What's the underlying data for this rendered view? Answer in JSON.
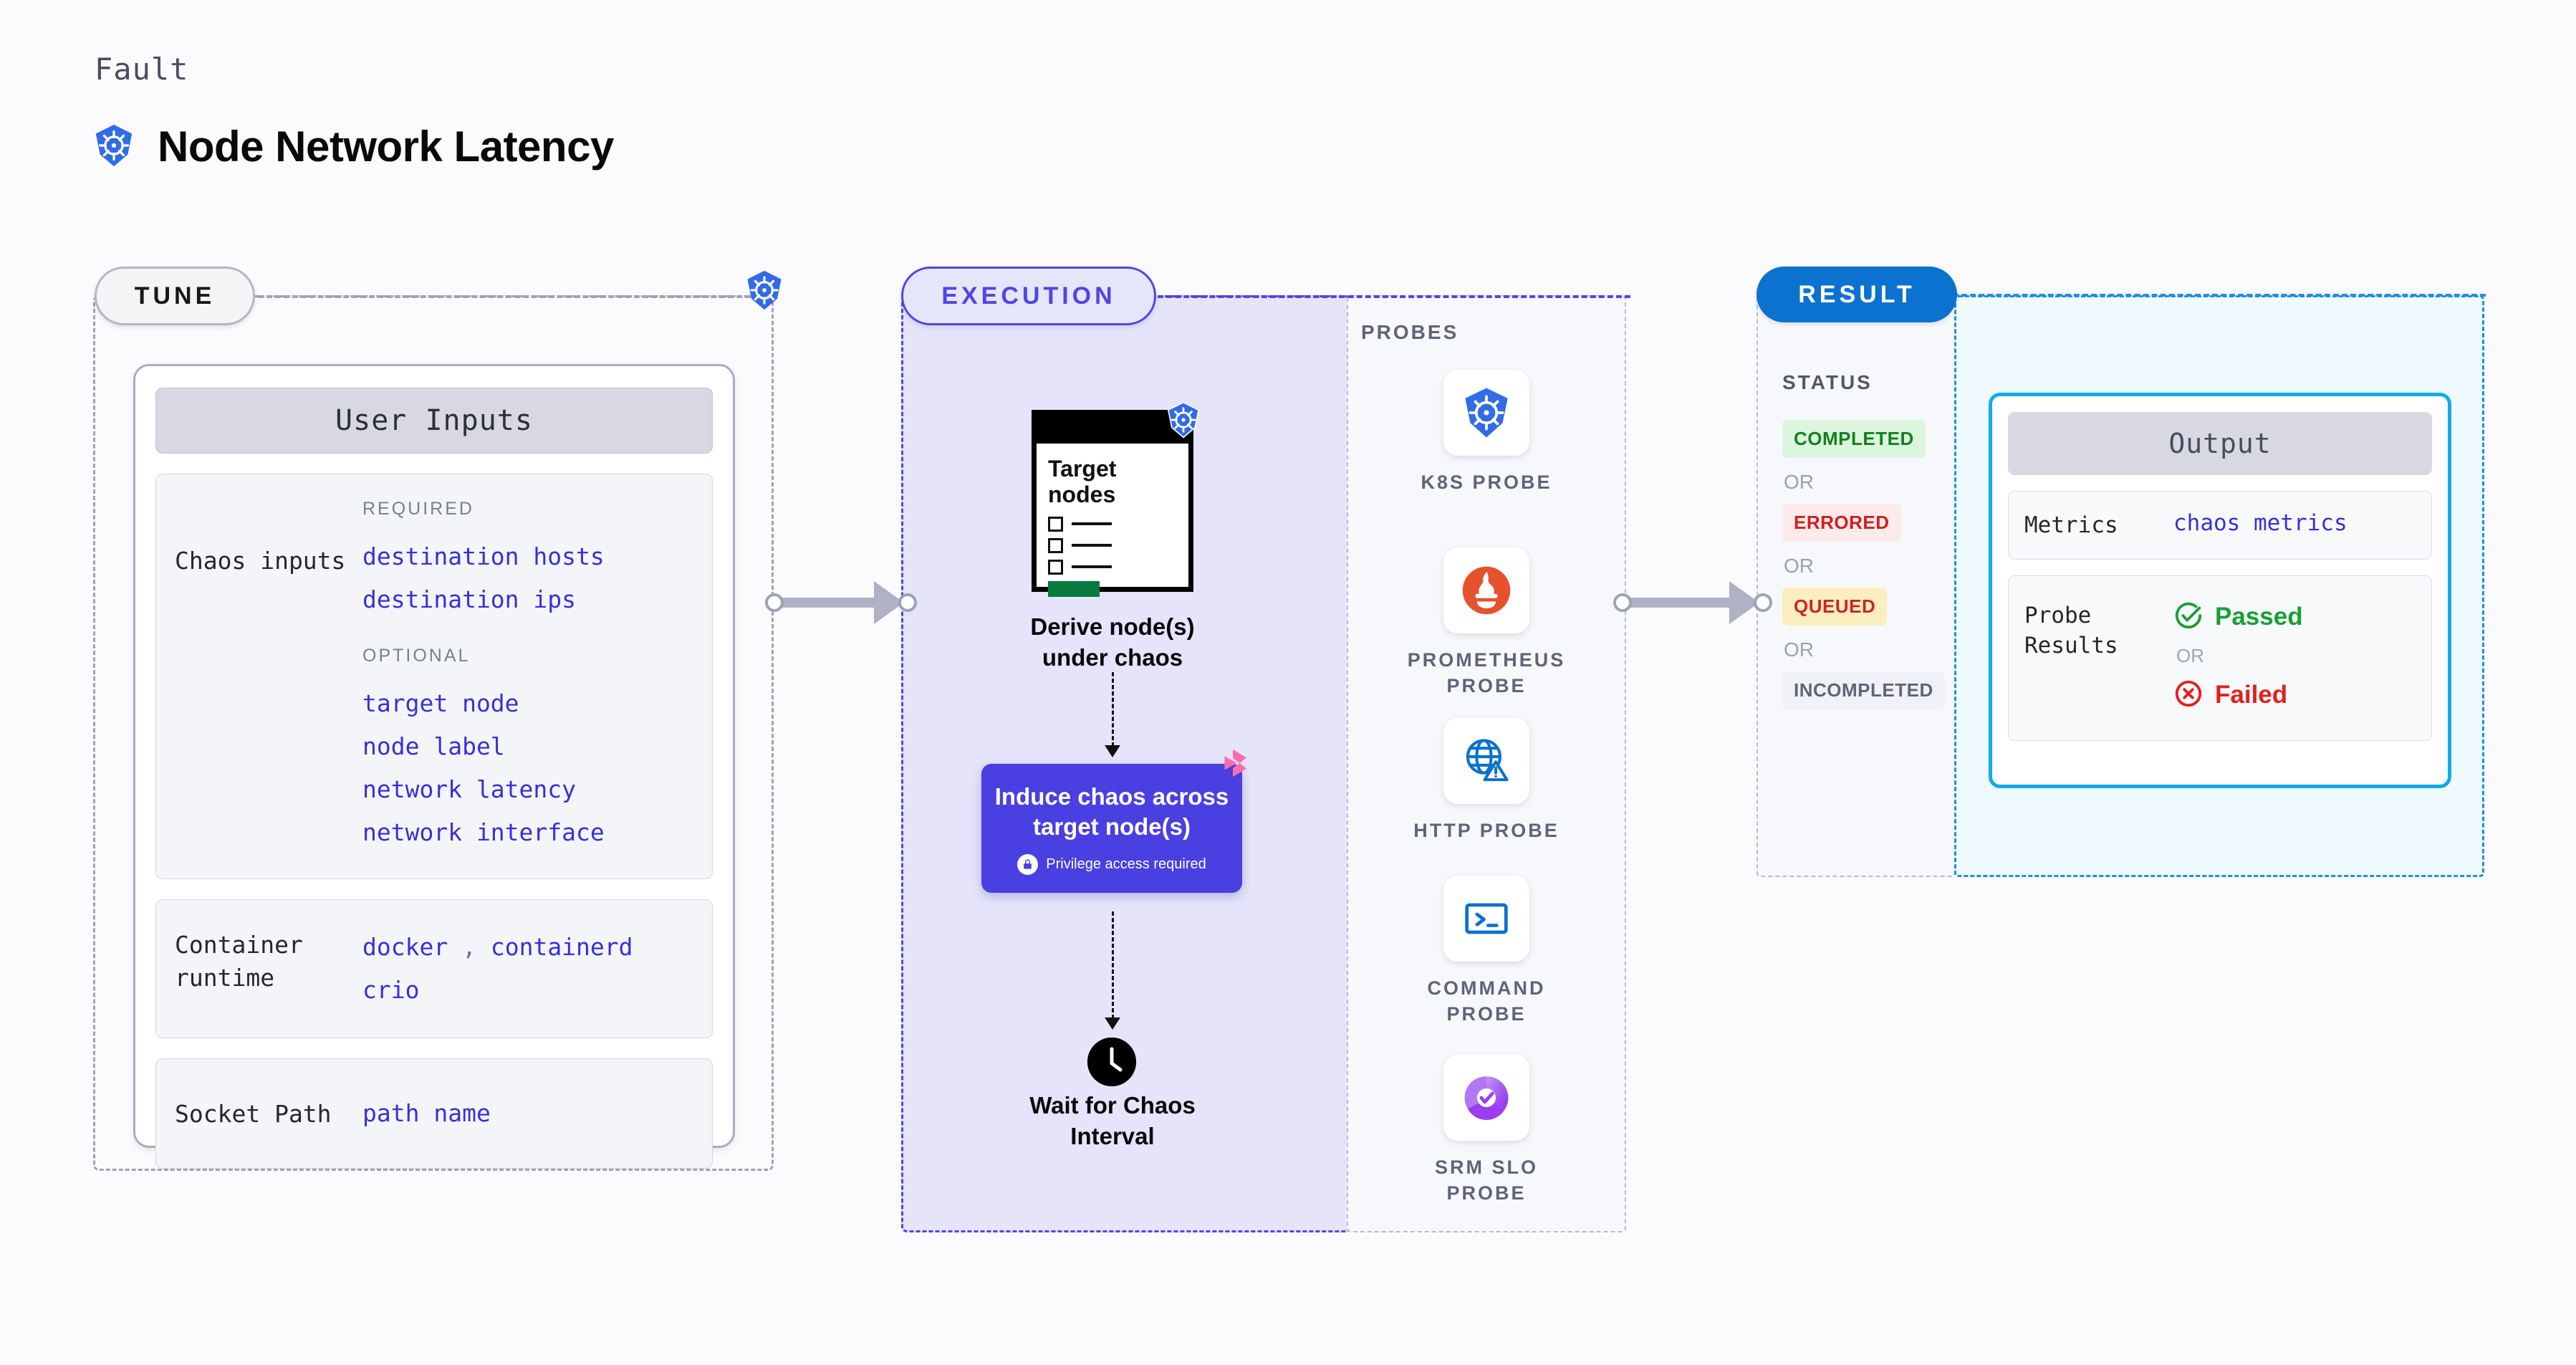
{
  "header": {
    "eyebrow": "Fault",
    "title": "Node Network Latency",
    "icon": "kubernetes-icon"
  },
  "tune": {
    "pill_label": "TUNE",
    "card_title": "User Inputs",
    "sections": [
      {
        "label": "Chaos inputs",
        "groups": [
          {
            "title": "REQUIRED",
            "values": [
              "destination hosts",
              "destination ips"
            ]
          },
          {
            "title": "OPTIONAL",
            "values": [
              "target node",
              "node label",
              "network latency",
              "network interface"
            ]
          }
        ]
      },
      {
        "label": "Container runtime",
        "values_line1": "docker",
        "separator": ",",
        "values_line1b": "containerd",
        "values_line2": "crio"
      },
      {
        "label": "Socket Path",
        "value": "path name"
      }
    ]
  },
  "execution": {
    "pill_label": "EXECUTION",
    "doc_title_line1": "Target",
    "doc_title_line2": "nodes",
    "step1_caption_line1": "Derive node(s)",
    "step1_caption_line2": "under chaos",
    "chaos_card_line1": "Induce chaos across",
    "chaos_card_line2": "target node(s)",
    "chaos_card_privilege": "Privilege access required",
    "step3_caption_line1": "Wait for Chaos",
    "step3_caption_line2": "Interval",
    "accent_color": "#4f46e5",
    "chaos_card_color": "#4a3fe0"
  },
  "probes": {
    "title": "PROBES",
    "items": [
      {
        "label_line1": "K8S PROBE",
        "label_line2": "",
        "icon": "kubernetes-icon"
      },
      {
        "label_line1": "PROMETHEUS",
        "label_line2": "PROBE",
        "icon": "prometheus-icon"
      },
      {
        "label_line1": "HTTP PROBE",
        "label_line2": "",
        "icon": "globe-warning-icon"
      },
      {
        "label_line1": "COMMAND",
        "label_line2": "PROBE",
        "icon": "terminal-icon"
      },
      {
        "label_line1": "SRM SLO",
        "label_line2": "PROBE",
        "icon": "slo-donut-icon"
      }
    ]
  },
  "result": {
    "pill_label": "RESULT",
    "status_title": "STATUS",
    "or_label": "OR",
    "badges": [
      {
        "label": "COMPLETED",
        "bg": "#dcf5dd",
        "fg": "#15801f"
      },
      {
        "label": "ERRORED",
        "bg": "#fdeaea",
        "fg": "#cc2020"
      },
      {
        "label": "QUEUED",
        "bg": "#fdeec0",
        "fg": "#c9262a"
      },
      {
        "label": "INCOMPLETED",
        "bg": "#f0f1f6",
        "fg": "#60647a"
      }
    ],
    "output": {
      "card_title": "Output",
      "metrics_label": "Metrics",
      "metrics_value": "chaos metrics",
      "probe_results_label_line1": "Probe",
      "probe_results_label_line2": "Results",
      "passed_label": "Passed",
      "failed_label": "Failed",
      "or_label": "OR",
      "passed_color": "#1a9e35",
      "failed_color": "#e0201f",
      "border_color": "#11aaea"
    }
  }
}
